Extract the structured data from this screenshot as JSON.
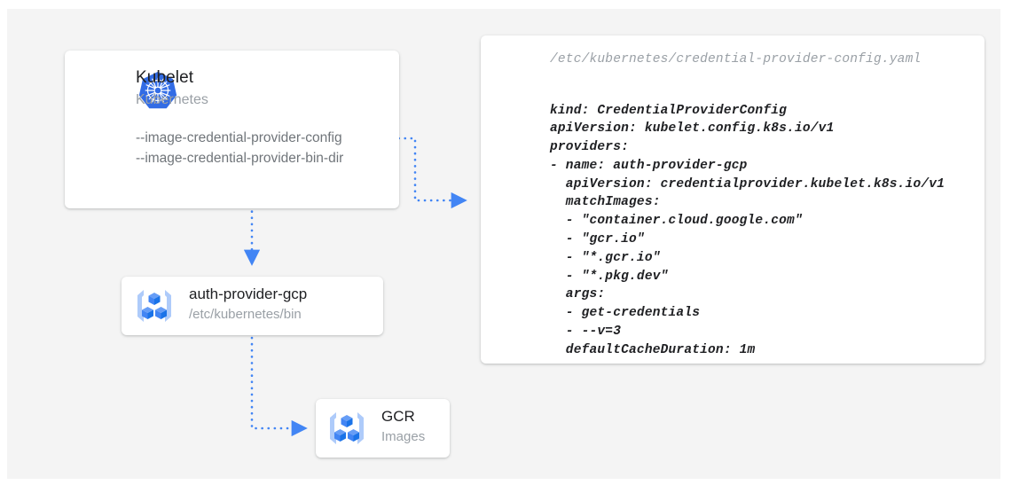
{
  "canvas": {
    "background": "#f4f4f4",
    "page_background": "#ffffff",
    "accent_color": "#4285f4"
  },
  "kubelet_card": {
    "icon": "kubernetes-logo-icon",
    "title": "Kubelet",
    "subtitle": "Kubernetes",
    "flags": [
      "--image-credential-provider-config",
      "--image-credential-provider-bin-dir"
    ]
  },
  "yaml_card": {
    "filepath": "/etc/kubernetes/credential-provider-config.yaml",
    "content": "kind: CredentialProviderConfig\napiVersion: kubelet.config.k8s.io/v1\nproviders:\n- name: auth-provider-gcp\n  apiVersion: credentialprovider.kubelet.k8s.io/v1\n  matchImages:\n  - \"container.cloud.google.com\"\n  - \"gcr.io\"\n  - \"*.gcr.io\"\n  - \"*.pkg.dev\"\n  args:\n  - get-credentials\n  - --v=3\n  defaultCacheDuration: 1m"
  },
  "provider_card": {
    "icon": "gcp-container-registry-icon",
    "title": "auth-provider-gcp",
    "subtitle": "/etc/kubernetes/bin"
  },
  "gcr_card": {
    "icon": "gcp-container-registry-icon",
    "title": "GCR",
    "subtitle": "Images"
  },
  "connectors": [
    {
      "name": "kubelet-to-config",
      "from": "kubelet_card.flags.0",
      "to": "yaml_card",
      "style": "dotted",
      "arrowhead": "right"
    },
    {
      "name": "kubelet-to-provider",
      "from": "kubelet_card",
      "to": "provider_card",
      "style": "dotted",
      "arrowhead": "down"
    },
    {
      "name": "provider-to-gcr",
      "from": "provider_card",
      "to": "gcr_card",
      "style": "dotted",
      "arrowhead": "right"
    }
  ]
}
